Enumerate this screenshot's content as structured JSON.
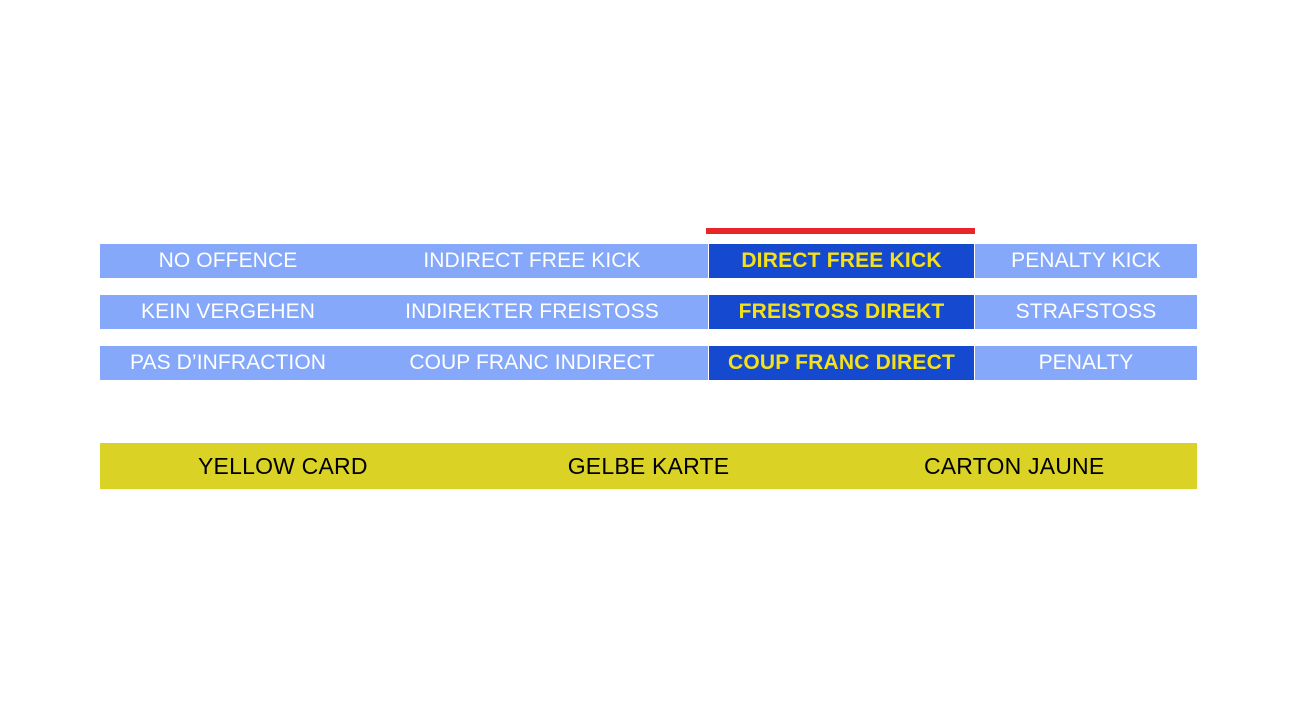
{
  "colors": {
    "background": "#ffffff",
    "cell_normal_bg": "#85a8fa",
    "cell_normal_text": "#ffffff",
    "cell_highlight_bg": "#1549d0",
    "cell_highlight_text": "#f5e118",
    "accent_bar": "#e8262a",
    "card_bar_bg": "#dbd226",
    "card_bar_text": "#000000"
  },
  "decision_table": {
    "rows": [
      {
        "language": "english",
        "cells": [
          {
            "label": "NO OFFENCE",
            "highlight": false
          },
          {
            "label": "INDIRECT FREE KICK",
            "highlight": false
          },
          {
            "label": "DIRECT FREE KICK",
            "highlight": true
          },
          {
            "label": "PENALTY KICK",
            "highlight": false
          }
        ]
      },
      {
        "language": "german",
        "cells": [
          {
            "label": "KEIN VERGEHEN",
            "highlight": false
          },
          {
            "label": "INDIREKTER FREISTOSS",
            "highlight": false
          },
          {
            "label": "FREISTOSS DIREKT",
            "highlight": true
          },
          {
            "label": "STRAFSTOSS",
            "highlight": false
          }
        ]
      },
      {
        "language": "french",
        "cells": [
          {
            "label": "PAS D’INFRACTION",
            "highlight": false
          },
          {
            "label": "COUP FRANC INDIRECT",
            "highlight": false
          },
          {
            "label": "COUP FRANC DIRECT",
            "highlight": true
          },
          {
            "label": "PENALTY",
            "highlight": false
          }
        ]
      }
    ]
  },
  "card_bar": {
    "labels": [
      "YELLOW CARD",
      "GELBE KARTE",
      "CARTON JAUNE"
    ]
  }
}
